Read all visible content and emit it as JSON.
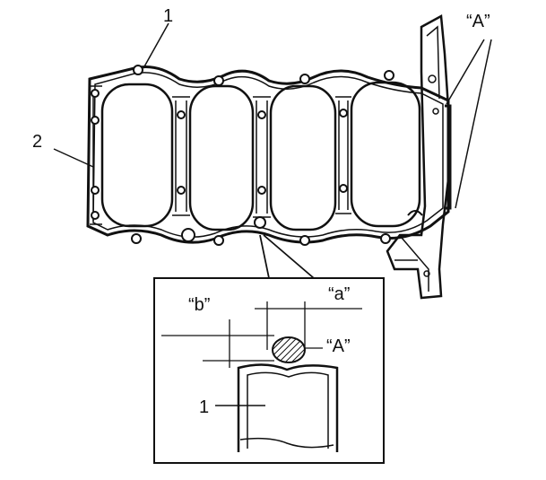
{
  "labels": {
    "part_1_top": "1",
    "part_2": "2",
    "area_A_top": "“A”",
    "dim_b": "“b”",
    "dim_a": "“a”",
    "area_A_detail": "“A”",
    "part_1_detail": "1"
  },
  "colors": {
    "ink": "#111111",
    "paper": "#ffffff",
    "cylinder_fill": "#ffffff",
    "sealant_hatch": "#111111"
  }
}
